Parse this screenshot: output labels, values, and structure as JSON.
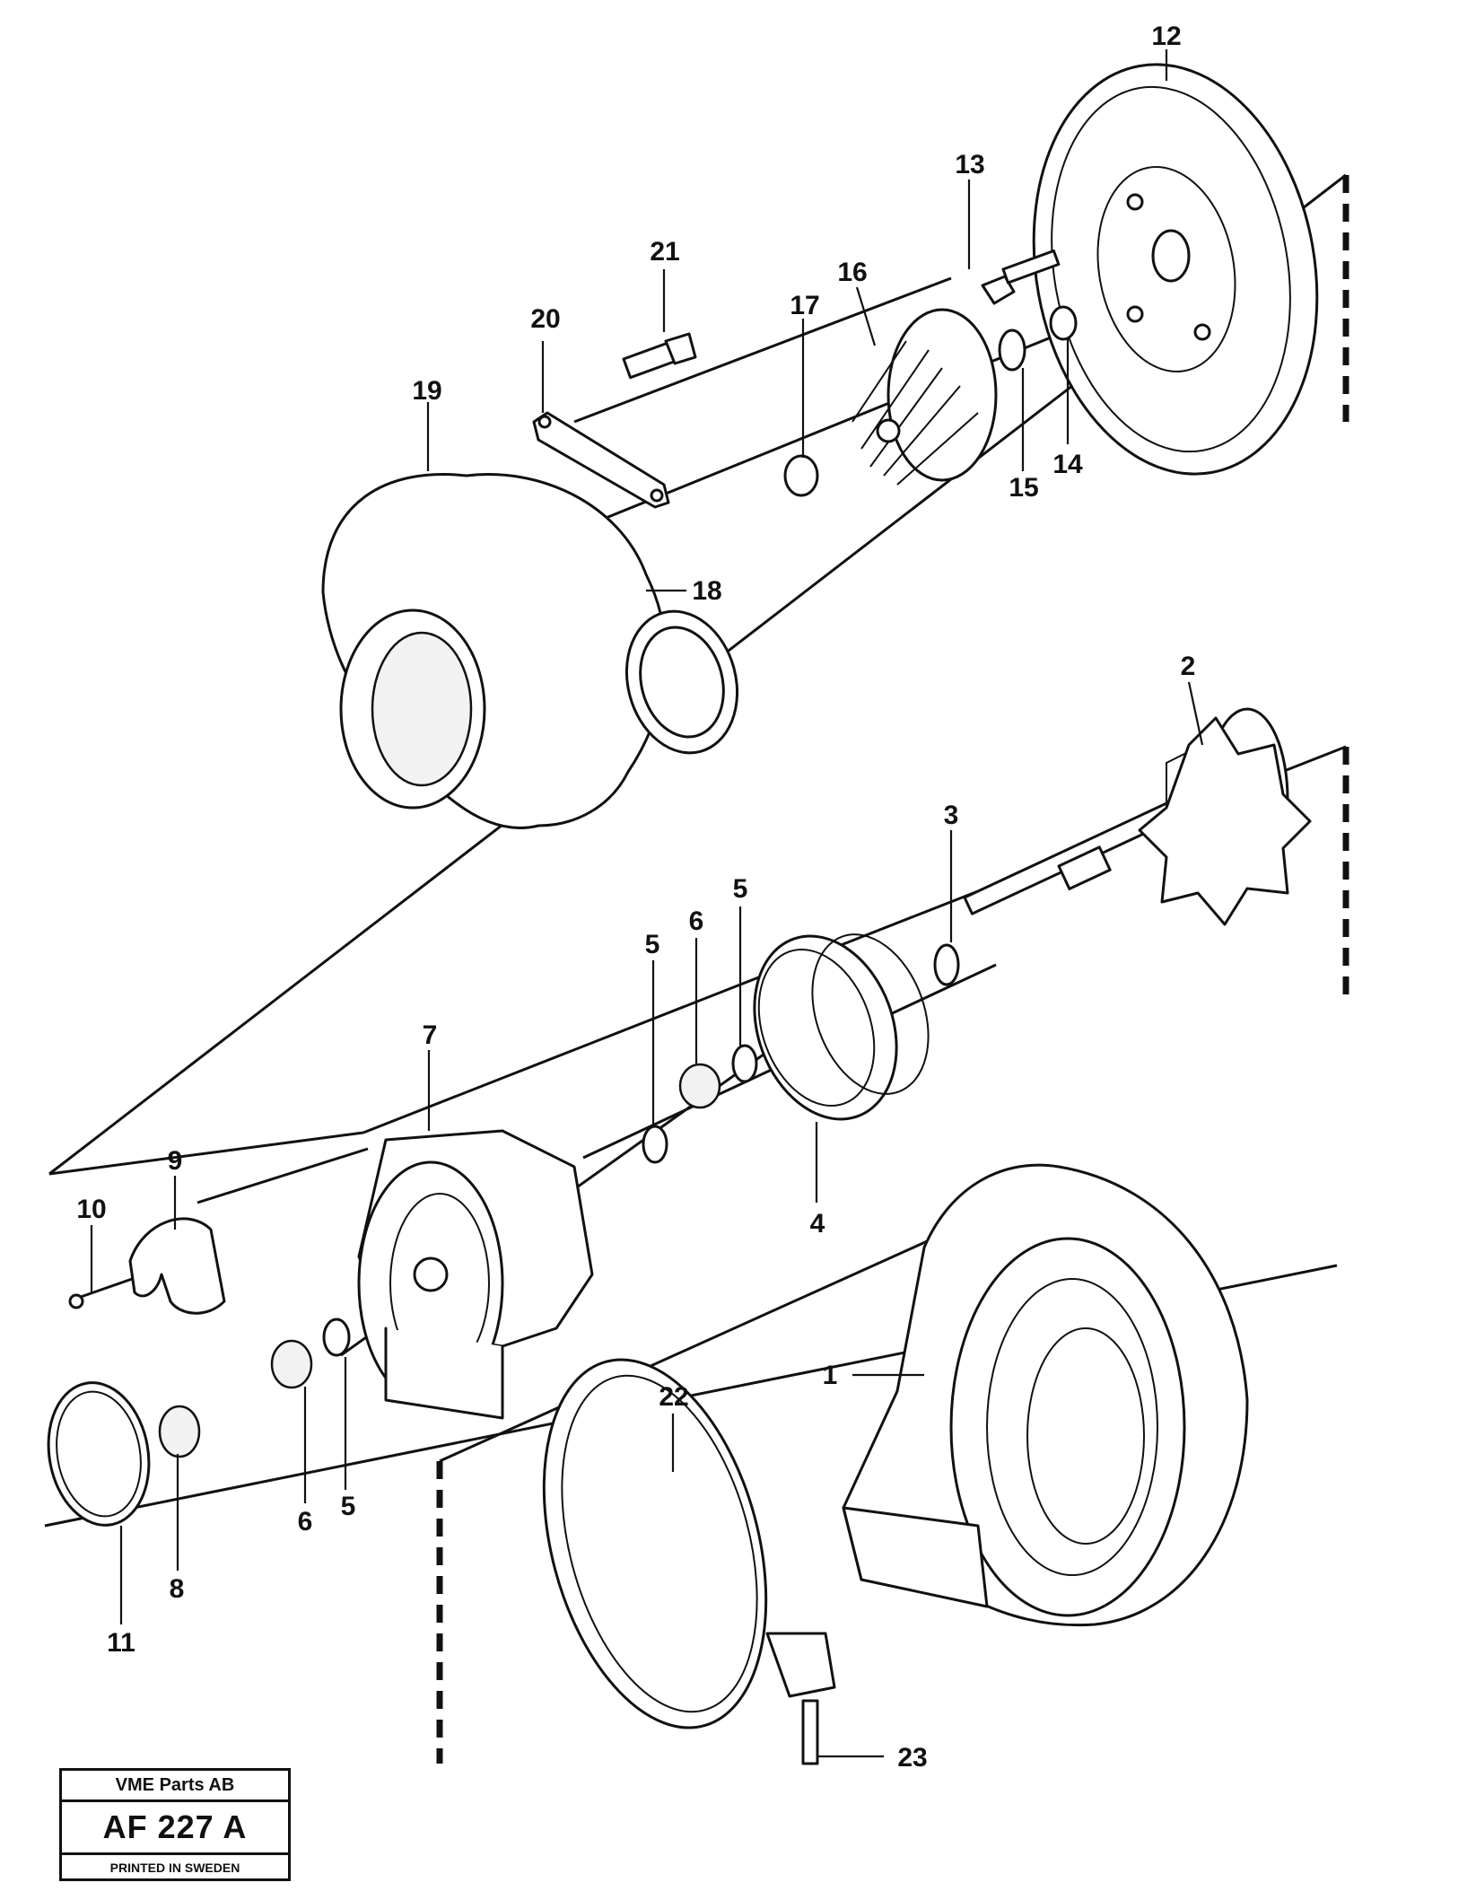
{
  "drawing": {
    "callouts": [
      "1",
      "2",
      "3",
      "4",
      "5",
      "6",
      "7",
      "8",
      "9",
      "10",
      "11",
      "12",
      "13",
      "14",
      "15",
      "16",
      "17",
      "18",
      "19",
      "20",
      "21",
      "22",
      "23"
    ],
    "callout_5_repeat": [
      "5",
      "5",
      "5"
    ],
    "callout_6_repeat": [
      "6",
      "6"
    ]
  },
  "title_block": {
    "company": "VME Parts AB",
    "drawing_number": "AF 227 A",
    "printed": "PRINTED IN SWEDEN"
  }
}
